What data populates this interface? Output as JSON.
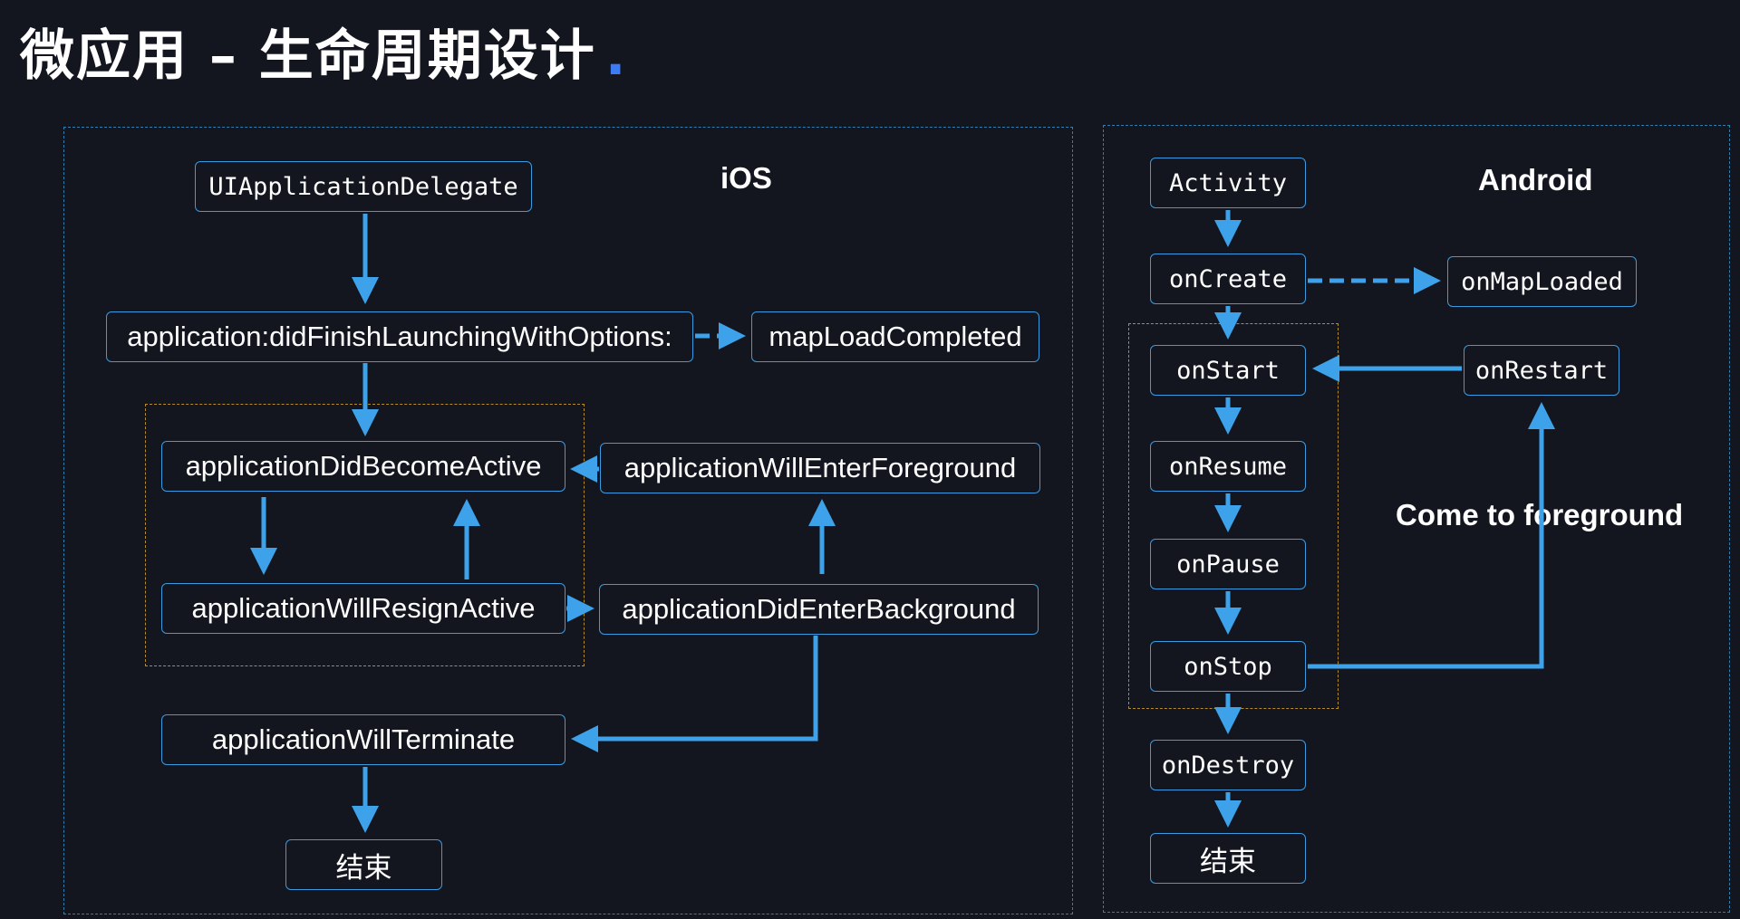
{
  "title": "微应用 – 生命周期设计",
  "title_dot": ".",
  "colors": {
    "background": "#13161f",
    "arrow": "#3da2ea",
    "node_border": "#3b9ae0",
    "panel_border": "#2f7fb3",
    "group_border": "#b88a2e",
    "accent_dot": "#3d7bf5"
  },
  "ios": {
    "label": "iOS",
    "nodes": {
      "delegate": "UIApplicationDelegate",
      "did_finish": "application:didFinishLaunchingWithOptions:",
      "map_load": "mapLoadCompleted",
      "did_become_active": "applicationDidBecomeActive",
      "will_enter_foreground": "applicationWillEnterForeground",
      "will_resign_active": "applicationWillResignActive",
      "did_enter_background": "applicationDidEnterBackground",
      "will_terminate": "applicationWillTerminate",
      "end": "结束"
    }
  },
  "android": {
    "label": "Android",
    "annotation": "Come to foreground",
    "nodes": {
      "activity": "Activity",
      "on_create": "onCreate",
      "on_map_loaded": "onMapLoaded",
      "on_start": "onStart",
      "on_restart": "onRestart",
      "on_resume": "onResume",
      "on_pause": "onPause",
      "on_stop": "onStop",
      "on_destroy": "onDestroy",
      "end": "结束"
    }
  }
}
